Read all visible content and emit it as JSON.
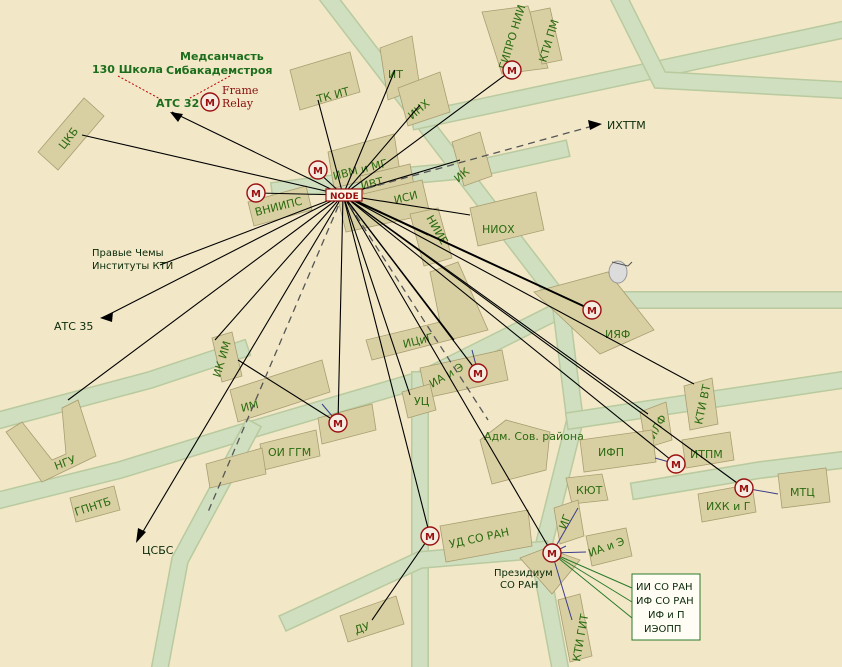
{
  "node_label": "NODE",
  "modem_letter": "M",
  "buildings": {
    "gipro_nii": "ГИПРО НИИ",
    "kti_pm": "КТИ ПМ",
    "it": "ИТ",
    "tk_it": "ТК ИТ",
    "inh": "ИНХ",
    "ckb": "ЦКБ",
    "ivm_mg": "ИВМ и МГ",
    "ivt": "ИВТ",
    "ik": "ИК",
    "vniips": "ВНИИПС",
    "isi": "ИСИ",
    "nihe": "НИИЕ",
    "nioh": "НИОХ",
    "iyaf": "ИЯФ",
    "ik_im": "ИК ИМ",
    "ic_ig": "ИЦиГ",
    "ia_e_upper": "ИА и Э",
    "im": "ИМ",
    "uc": "УЦ",
    "ngu": "НГУ",
    "oi_ggm": "ОИ ГГМ",
    "gpntb": "ГПНТБ",
    "adm_sov": "Адм. Сов. района",
    "ilf": "ИЛФ",
    "kti_vt": "КТИ ВТ",
    "ifp": "ИФП",
    "itpm": "ИТПМ",
    "kyut": "КЮТ",
    "ig": "ИГ",
    "ia_e": "ИА и Э",
    "ud_so_ran": "УД СО РАН",
    "prezidium": "Президиум СО РАН",
    "ihk_g": "ИХК и Г",
    "mtc": "МТЦ",
    "du": "ДУ",
    "kti_git": "КТИ ГИТ"
  },
  "external": {
    "ixttm": "ИХТТМ",
    "school_130": "130 Школа",
    "medsan": "Медсанчасть Сибакадемстроя",
    "ats32": "АТС 32",
    "frame_relay": "Frame Relay",
    "pravye_chemy": "Правые Чемы Институты КТИ",
    "ats35": "АТС 35",
    "csbs": "ЦСБС"
  },
  "inst_box": [
    "ИИ СО РАН",
    "ИФ СО РАН",
    "ИФ и П",
    "ИЭОПП"
  ],
  "colors": {
    "background": "#f2e8c8",
    "road": "#cfdfc0",
    "building": "#d8d0a2",
    "label_green": "#2b6a10",
    "modem_red": "#9a1010"
  }
}
